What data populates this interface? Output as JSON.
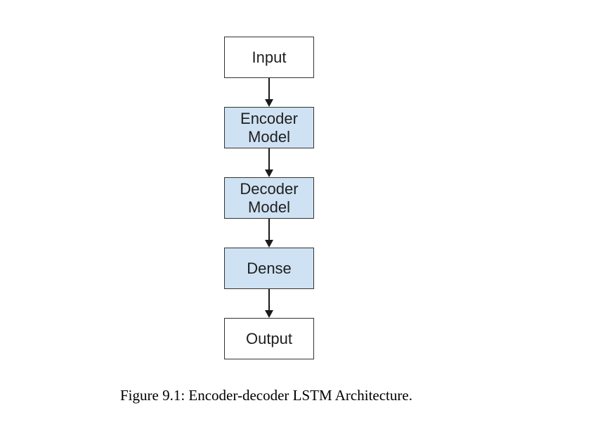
{
  "figure": {
    "caption": "Figure 9.1: Encoder-decoder LSTM Architecture.",
    "nodes": [
      {
        "label": "Input"
      },
      {
        "label": "Encoder Model"
      },
      {
        "label": "Decoder Model"
      },
      {
        "label": "Dense"
      },
      {
        "label": "Output"
      }
    ],
    "colors": {
      "highlight_node_fill": "#cfe2f3",
      "plain_node_fill": "#ffffff",
      "node_border": "#333333",
      "arrow": "#1a1a1a",
      "text": "#1f1f1f",
      "background": "#ffffff"
    }
  }
}
